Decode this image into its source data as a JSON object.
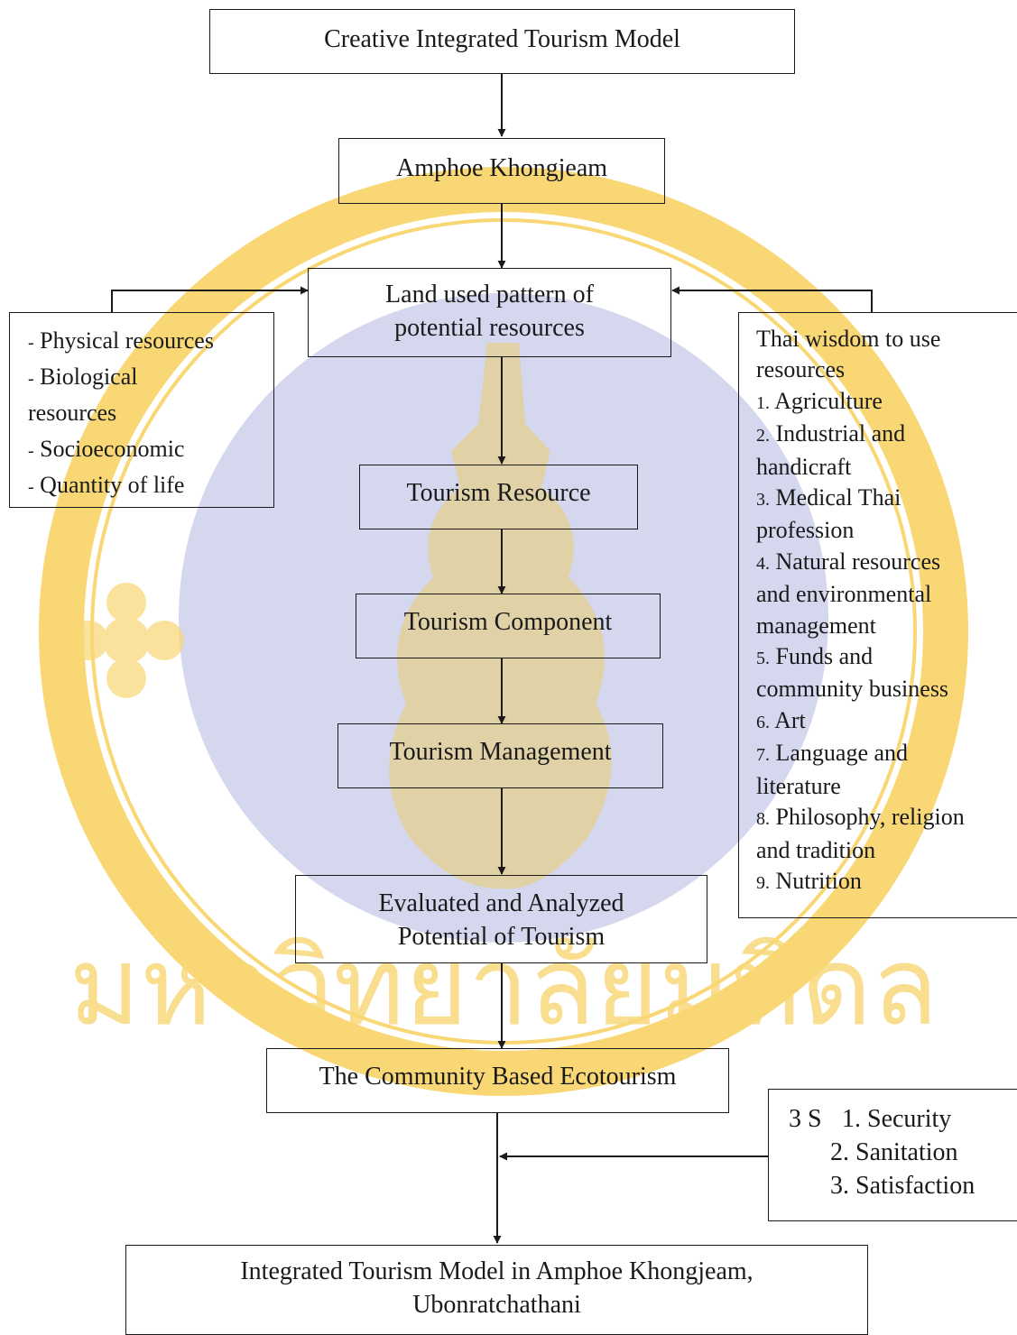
{
  "nodes": {
    "creative_model": [
      "Creative Integrated Tourism Model"
    ],
    "amphoe": [
      "Amphoe Khongjeam"
    ],
    "land_use": [
      "Land used pattern of",
      "potential resources"
    ],
    "tourism_resource": [
      "Tourism Resource"
    ],
    "tourism_component": [
      "Tourism Component"
    ],
    "tourism_management": [
      "Tourism Management"
    ],
    "evaluated": [
      "Evaluated and Analyzed",
      "Potential of Tourism"
    ],
    "cbet": [
      "The Community Based Ecotourism"
    ],
    "integrated_model": [
      "Integrated Tourism Model  in Amphoe Khongjeam,",
      "Ubonratchathani"
    ]
  },
  "left_box": {
    "items": [
      {
        "bullet": "-",
        "text": "Physical resources"
      },
      {
        "bullet": "-",
        "text": "Biological"
      },
      {
        "bullet": "",
        "text": "resources"
      },
      {
        "bullet": "-",
        "text": "Socioeconomic"
      },
      {
        "bullet": "-",
        "text": "Quantity of life"
      }
    ]
  },
  "right_box": {
    "title": [
      "Thai wisdom to use",
      "resources"
    ],
    "items": [
      {
        "num": "1.",
        "text": "Agriculture"
      },
      {
        "num": "2.",
        "text": "Industrial and"
      },
      {
        "num": "",
        "text": "handicraft"
      },
      {
        "num": "3.",
        "text": "Medical Thai"
      },
      {
        "num": "",
        "text": "profession"
      },
      {
        "num": "4.",
        "text": "Natural resources"
      },
      {
        "num": "",
        "text": "and environmental"
      },
      {
        "num": "",
        "text": "management"
      },
      {
        "num": "5.",
        "text": "Funds and"
      },
      {
        "num": "",
        "text": "community business"
      },
      {
        "num": "6.",
        "text": "Art"
      },
      {
        "num": "7.",
        "text": "Language and"
      },
      {
        "num": "",
        "text": "literature"
      },
      {
        "num": "8.",
        "text": "Philosophy, religion"
      },
      {
        "num": "",
        "text": "and tradition"
      },
      {
        "num": "9.",
        "text": "Nutrition"
      }
    ]
  },
  "s3_box": {
    "prefix": "3 S",
    "items": [
      "1. Security",
      "2. Sanitation",
      "3. Satisfaction"
    ]
  },
  "watermark": {
    "ring_text": "มหาวิทยาลัยมหิดล",
    "ring_color": "#f8d774",
    "disc_color": "#d5d7ee",
    "emblem_color": "#efc94e"
  }
}
